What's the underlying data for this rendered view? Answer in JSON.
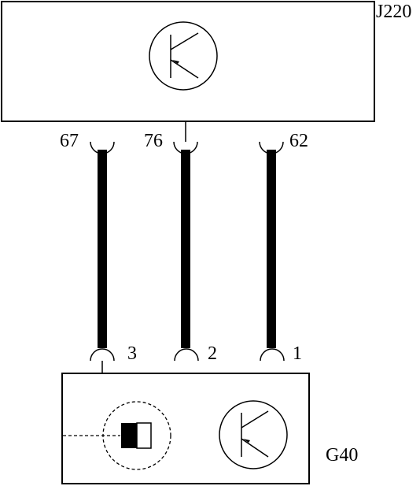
{
  "ecu": {
    "label": "J220",
    "pins": [
      {
        "label": "67"
      },
      {
        "label": "76"
      },
      {
        "label": "62"
      }
    ]
  },
  "sensor": {
    "label": "G40",
    "pins": [
      {
        "label": "3"
      },
      {
        "label": "2"
      },
      {
        "label": "1"
      }
    ]
  },
  "wires": [
    {
      "from": "67",
      "to": "3"
    },
    {
      "from": "76",
      "to": "2"
    },
    {
      "from": "62",
      "to": "1"
    }
  ],
  "colors": {
    "line": "#000000",
    "background": "#ffffff"
  }
}
